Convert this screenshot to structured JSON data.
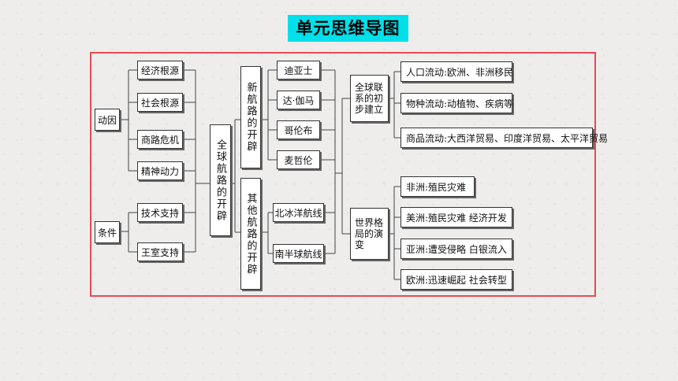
{
  "title": "单元思维导图",
  "causes": {
    "label": "动因",
    "items": [
      "经济根源",
      "社会根源",
      "商路危机",
      "精神动力"
    ]
  },
  "conditions": {
    "label": "条件",
    "items": [
      "技术支持",
      "王室支持"
    ]
  },
  "center": "全球航路的开辟",
  "new_routes": {
    "label": "新航路的开辟",
    "explorers": [
      "迪亚士",
      "达·伽马",
      "哥伦布",
      "麦哲伦"
    ]
  },
  "other_routes": {
    "label": "其他航路的开辟",
    "items": [
      "北冰洋航线",
      "南半球航线"
    ]
  },
  "global_links": {
    "label": "全球联系的初步建立",
    "items": [
      "人口流动:欧洲、非洲移民",
      "物种流动:动植物、疾病等",
      "商品流动:大西洋贸易、印度洋贸易、太平洋贸易"
    ]
  },
  "world_pattern": {
    "label": "世界格局的演变",
    "items": [
      "非洲:殖民灾难",
      "美洲:殖民灾难  经济开发",
      "亚洲:遭受侵略  白银流入",
      "欧洲:迅速崛起  社会转型"
    ]
  },
  "colors": {
    "title_bg": "#00e0ea",
    "frame": "#e84a52"
  }
}
